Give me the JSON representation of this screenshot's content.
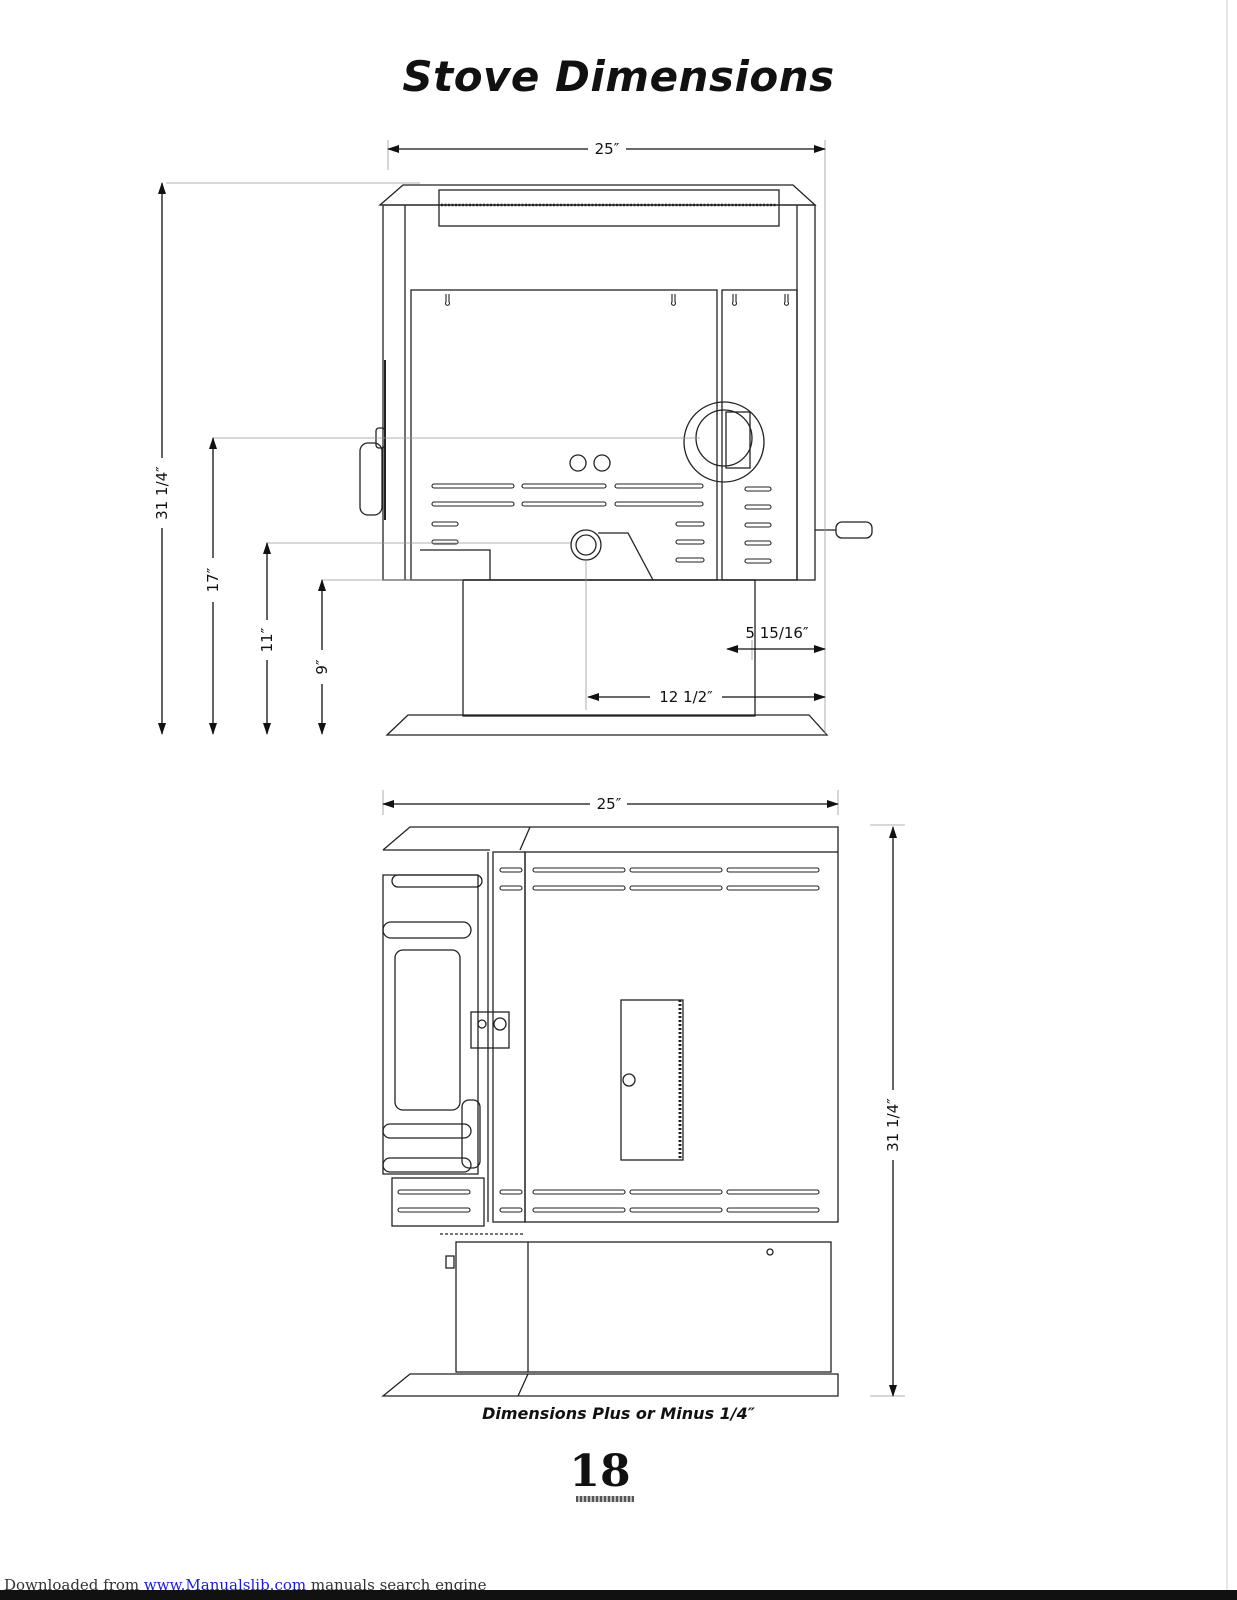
{
  "page": {
    "title": "Stove Dimensions",
    "caption": "Dimensions Plus or Minus 1/4″",
    "page_number": "18"
  },
  "front_view": {
    "width_label": "25″",
    "height_label": "31 1/4″",
    "flue_height_label": "17″",
    "intake_height_label": "11″",
    "pedestal_height_label": "9″",
    "side_offset_label": "5 15/16″",
    "center_offset_label": "12 1/2″"
  },
  "side_view": {
    "width_label": "25″",
    "height_label": "31 1/4″"
  },
  "footer": {
    "prefix": "Downloaded from ",
    "link_text": "www.Manualslib.com",
    "suffix": " manuals search engine"
  }
}
